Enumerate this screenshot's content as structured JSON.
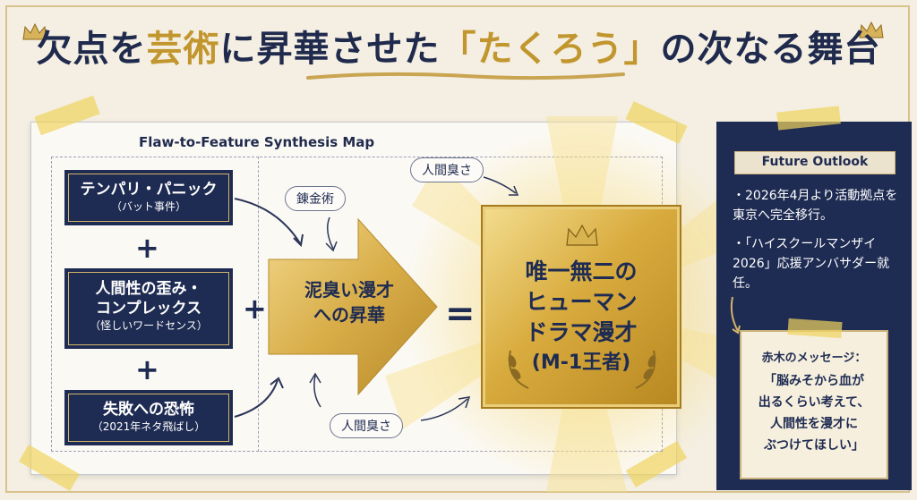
{
  "headline": {
    "part1": "欠点を",
    "part2": "芸術",
    "part3": "に昇華させた",
    "part4": "「たくろう」",
    "part5": "の次なる舞台"
  },
  "map": {
    "title": "Flaw-to-Feature Synthesis Map",
    "flaws": [
      {
        "main": "テンパリ・パニック",
        "sub": "（バット事件）"
      },
      {
        "main": "人間性の歪み・",
        "main2": "コンプレックス",
        "sub": "（怪しいワードセンス）"
      },
      {
        "main": "失敗への恐怖",
        "sub": "（2021年ネタ飛ばし）"
      }
    ],
    "plus": "+",
    "equals": "=",
    "process": {
      "line1": "泥臭い漫才",
      "line2": "への昇華"
    },
    "labels": {
      "alchemy": "錬金術",
      "human_top": "人間臭さ",
      "human_bottom": "人間臭さ"
    },
    "result": {
      "line1": "唯一無二の",
      "line2": "ヒューマン",
      "line3": "ドラマ漫才",
      "line4": "(M-1王者)"
    }
  },
  "outlook": {
    "label": "Future Outlook",
    "bullets": [
      "・2026年4月より活動拠点を東京へ完全移行。",
      "・「ハイスクールマンザイ2026」応援アンバサダー就任。"
    ],
    "message_title": "赤木のメッセージ：",
    "message_lines": [
      "「脳みそから血が",
      "出るくらい考えて、",
      "人間性を漫才に",
      "ぶつけてほしい」"
    ]
  },
  "colors": {
    "navy": "#1e2b52",
    "gold": "#c2962e",
    "cream": "#f4efe2"
  },
  "icons": [
    "crown-icon",
    "laurel-icon"
  ]
}
